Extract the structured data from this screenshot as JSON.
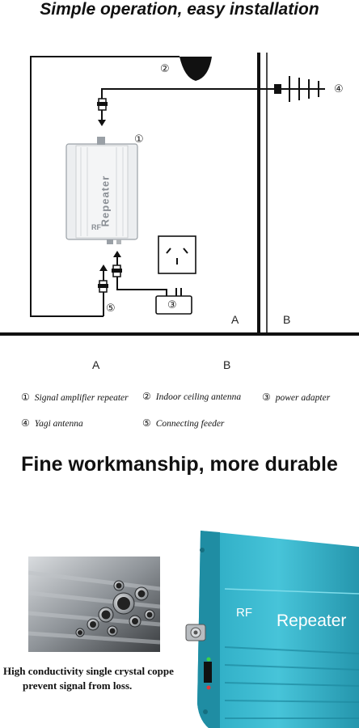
{
  "header": {
    "title": "Simple operation, easy installation"
  },
  "diagram": {
    "labels": {
      "n1": "①",
      "n2": "②",
      "n3": "③",
      "n4": "④",
      "n5": "⑤",
      "zone_a": "A",
      "zone_b": "B"
    },
    "device": {
      "text": "Repeater",
      "badge": "RF"
    }
  },
  "legend": {
    "zone_a": "A",
    "zone_b": "B",
    "items": [
      {
        "num": "①",
        "label": "Signal amplifier repeater"
      },
      {
        "num": "②",
        "label": "Indoor ceiling antenna"
      },
      {
        "num": "③",
        "label": "power adapter"
      },
      {
        "num": "④",
        "label": "Yagi antenna"
      },
      {
        "num": "⑤",
        "label": "Connecting feeder"
      }
    ]
  },
  "section2": {
    "title": "Fine workmanship, more durable",
    "product": {
      "badge": "RF",
      "text": "Repeater"
    },
    "caption_line1": "High conductivity single crystal coppe",
    "caption_line2": "prevent signal from loss."
  }
}
